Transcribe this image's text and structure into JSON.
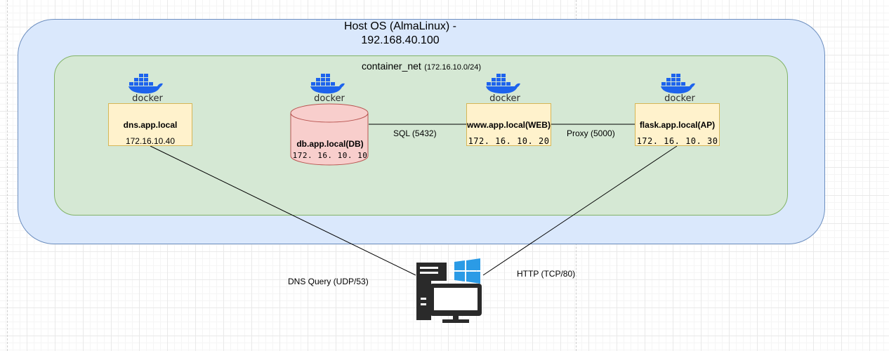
{
  "host": {
    "title_line1": "Host OS (AlmaLinux) -",
    "title_line2": "192.168.40.100",
    "fill": "#dae8fc",
    "stroke": "#6c8ebf"
  },
  "network": {
    "name": "container_net",
    "cidr": "(172.16.10.0/24)",
    "fill": "#d5e8d4",
    "stroke": "#82b366"
  },
  "docker_logo": {
    "icon": "docker-whale-icon",
    "text": "docker",
    "color": "#1d63ed"
  },
  "nodes": {
    "dns": {
      "name": "dns.app.local",
      "ip": "172.16.10.40"
    },
    "db": {
      "name": "db.app.local(DB)",
      "ip": "172. 16. 10. 10",
      "fill": "#f8cecc",
      "stroke": "#b85450"
    },
    "web": {
      "name": "www.app.local(WEB)",
      "ip": "172. 16. 10. 20"
    },
    "flask": {
      "name": "flask.app.local(AP)",
      "ip": "172. 16. 10. 30"
    }
  },
  "edges": {
    "sql": "SQL (5432)",
    "proxy": "Proxy (5000)",
    "dns_query": "DNS Query (UDP/53)",
    "http": "HTTP (TCP/80)"
  },
  "client": {
    "icon": "windows-pc-icon",
    "accent": "#2b9be6",
    "body": "#2a2a2a"
  }
}
